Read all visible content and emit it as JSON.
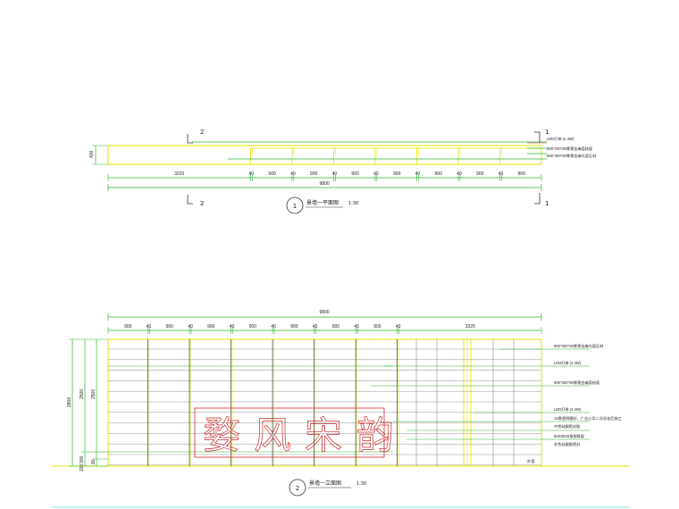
{
  "plan": {
    "width_label": "9800",
    "height_label": "400",
    "bay_dims": [
      "3220",
      "40",
      "900",
      "40",
      "900",
      "40",
      "900",
      "40",
      "900",
      "40",
      "900",
      "40",
      "900",
      "40",
      "900"
    ],
    "section_marks": [
      "2",
      "2",
      "1",
      "1"
    ],
    "callouts": [
      "LED灯带 (2.4W)",
      "900*200*30厚黄金麻荔枝面",
      "600*300*30厚黄金麻光面石材"
    ],
    "title": "景墙一平面图",
    "scale": "1:30",
    "index": "1"
  },
  "elevation": {
    "width_label": "9800",
    "top_dims": [
      "900",
      "40",
      "900",
      "40",
      "900",
      "40",
      "900",
      "40",
      "900",
      "40",
      "900",
      "40",
      "900",
      "40",
      "3220"
    ],
    "left_dims": [
      "2800",
      "2500",
      "2500",
      "300",
      "220",
      "80"
    ],
    "callouts": [
      "600*300*30厚黄金麻光面石材",
      "LED灯带 (2.4W)",
      "900*300*30厚黄金麻荔枝面",
      "LED灯带 (2.4W)",
      "15厚透明磨砂，广告公司二次深化后施工",
      "中性硅酮密封胶",
      "50X50X5角钢骨架",
      "灰色硅酮胶密封",
      "外墙"
    ],
    "signage": [
      "婺",
      "风",
      "宋",
      "韵"
    ],
    "title": "景墙一立面图",
    "scale": "1:30",
    "index": "2"
  },
  "colors": {
    "yellow": "#e6e600",
    "green": "#2fb52f",
    "red": "#cc2a2a",
    "cyan": "#5fd4e6",
    "gray": "#777777",
    "dark": "#333333"
  }
}
